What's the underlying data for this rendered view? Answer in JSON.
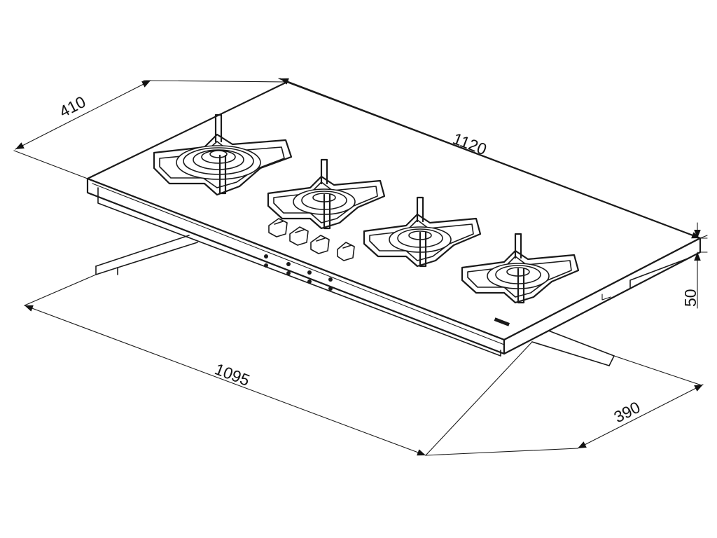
{
  "dimensions": {
    "width_top": "1120",
    "depth_top": "410",
    "width_cutout": "1095",
    "depth_cutout": "390",
    "height": "50"
  },
  "product": {
    "burners": 4,
    "knobs": 4
  }
}
